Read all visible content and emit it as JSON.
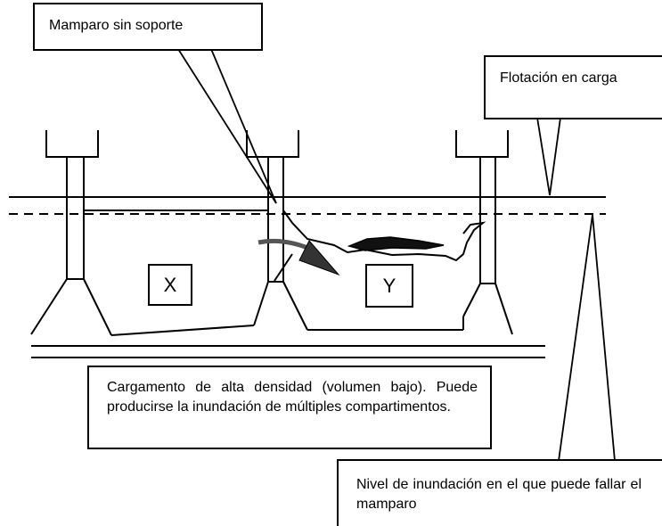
{
  "labels": {
    "unsupported_bulkhead": "Mamparo sin soporte",
    "load_waterline": "Flotación en carga",
    "cargo_note": "Cargamento de alta densidad (volumen bajo). Puede producirse la inundación de múltiples compartimentos.",
    "flood_level": "Nivel de inundación en el que puede fallar el mamparo",
    "hold_x": "X",
    "hold_y": "Y"
  }
}
